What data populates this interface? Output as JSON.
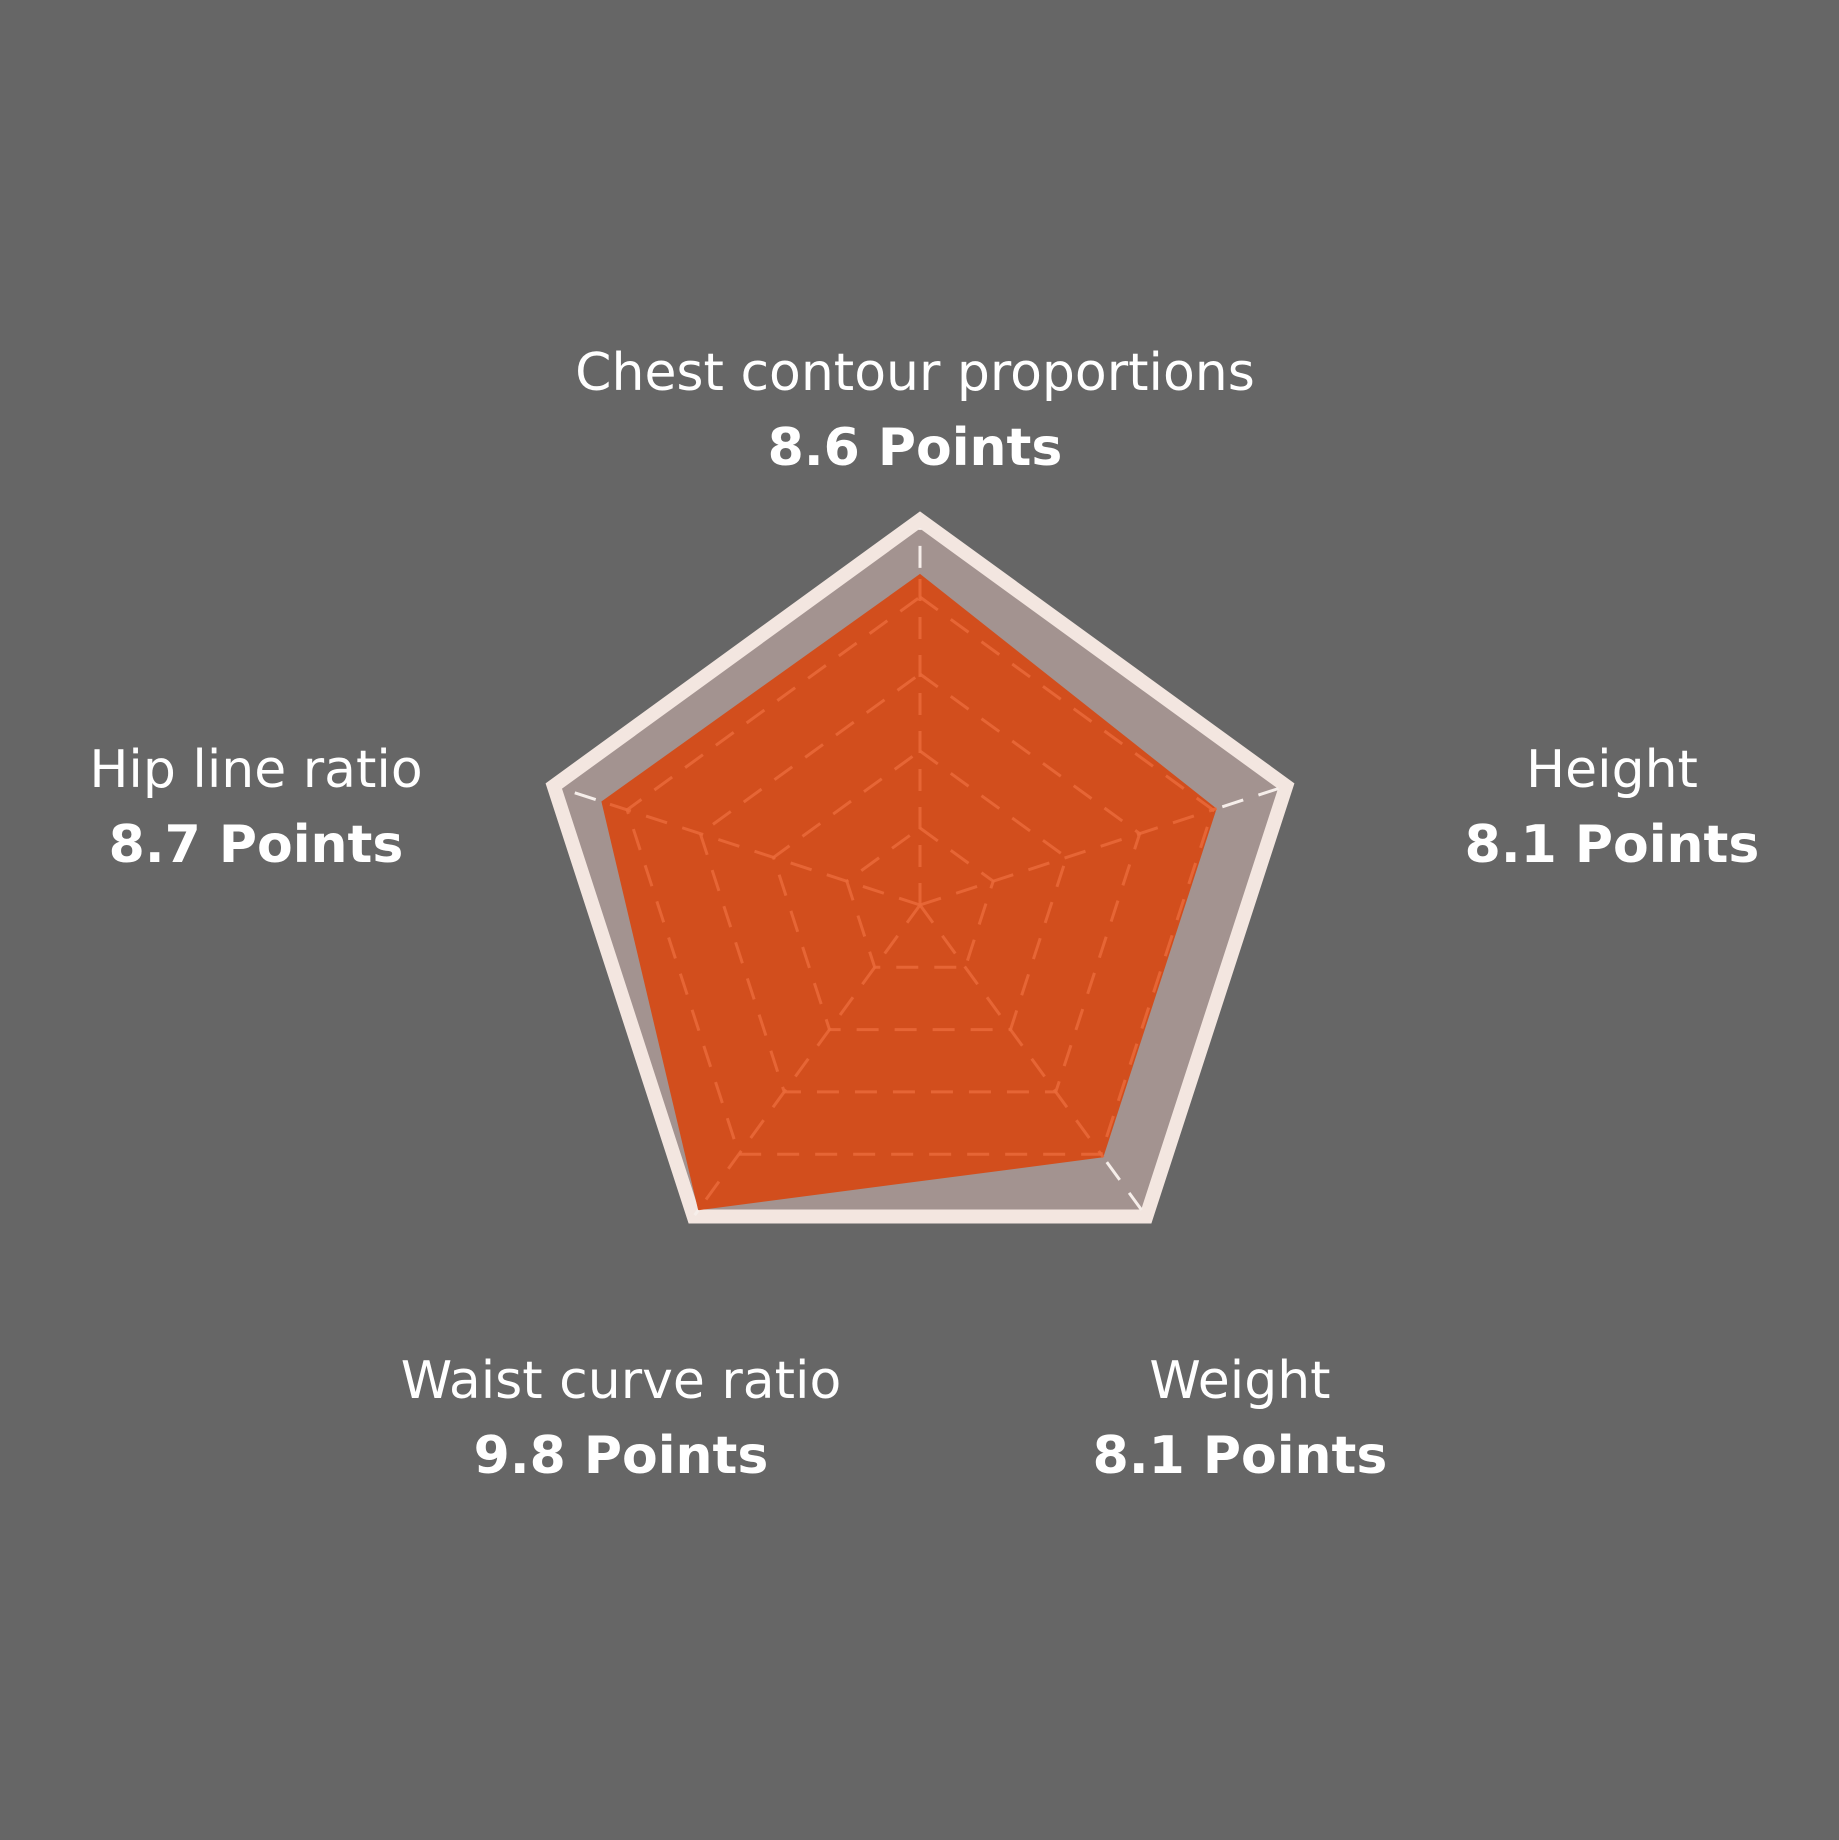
{
  "chart_data": {
    "type": "radar",
    "title": "",
    "unit_suffix": "Points",
    "rmax": 10,
    "ring_levels": [
      2,
      4,
      6,
      8,
      10
    ],
    "axes": [
      {
        "label": "Chest contour proportions",
        "value": 8.6,
        "value_text": "8.6 Points",
        "anchor": "middle"
      },
      {
        "label": "Height",
        "value": 8.1,
        "value_text": "8.1 Points",
        "anchor": "middle"
      },
      {
        "label": "Weight",
        "value": 8.1,
        "value_text": "8.1 Points",
        "anchor": "middle"
      },
      {
        "label": "Waist curve ratio",
        "value": 9.8,
        "value_text": "9.8 Points",
        "anchor": "middle"
      },
      {
        "label": "Hip line ratio",
        "value": 8.7,
        "value_text": "8.7 Points",
        "anchor": "middle"
      }
    ],
    "grid": "dashed",
    "legend": "none"
  },
  "colors": {
    "background": "#666666",
    "outer_border": "#f3e6e0",
    "outer_fill": "#a39390",
    "series_fill": "#d24e1d",
    "grid_dash": "#ea6a3a",
    "grid_dash_outer": "#f6eeea",
    "text": "#ffffff"
  }
}
